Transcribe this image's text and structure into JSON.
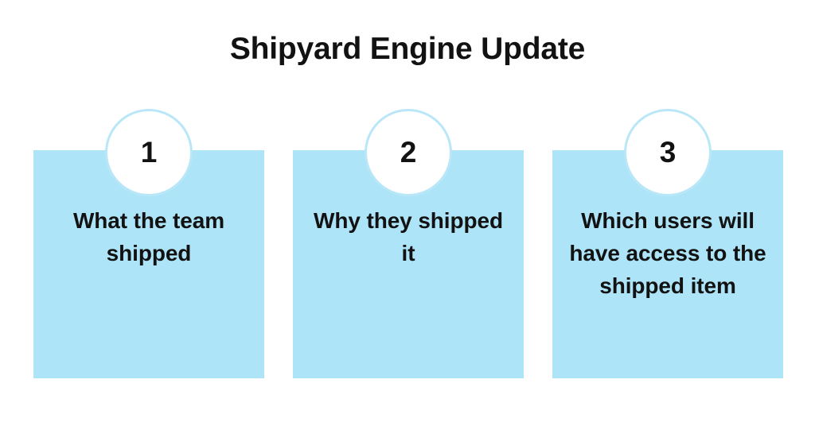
{
  "slide": {
    "title": "Shipyard Engine Update",
    "background_color": "#ffffff",
    "accent_color": "#ade4f7",
    "ring_color": "#b9e7f8",
    "text_color": "#121212"
  },
  "cards": [
    {
      "number": "1",
      "text": "What the team shipped"
    },
    {
      "number": "2",
      "text": "Why they shipped it"
    },
    {
      "number": "3",
      "text": "Which users will have access to the shipped item"
    }
  ]
}
